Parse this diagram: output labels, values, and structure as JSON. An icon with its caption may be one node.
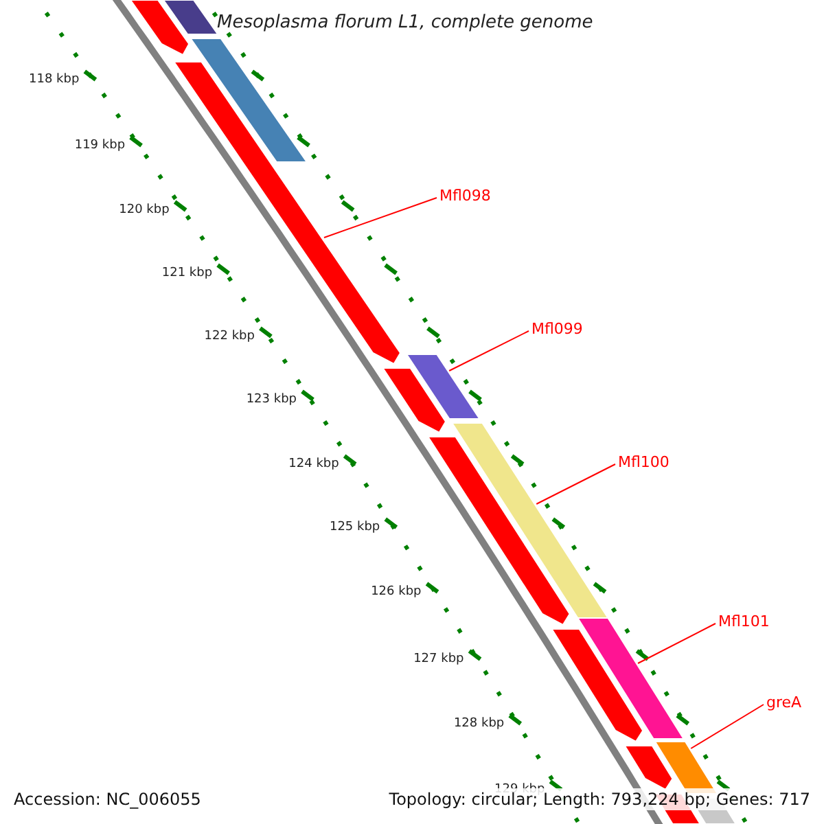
{
  "diagram": {
    "title": "Mesoplasma florum L1, complete genome",
    "nodes": [
      {
        "text": [
          "Mfl098"
        ]
      },
      {
        "text": [
          "Mfl099"
        ]
      },
      {
        "text": [
          "Mfl100"
        ]
      },
      {
        "text": [
          "Mfl101"
        ]
      },
      {
        "text": [
          "greA"
        ]
      },
      {
        "text": [],
        "shape": "bar"
      },
      {
        "text": [],
        "shape": "bar"
      },
      {
        "text": [],
        "shape": "bar"
      },
      {
        "text": [],
        "shape": "bar"
      },
      {
        "text": [],
        "shape": "bar"
      },
      {
        "text": [],
        "shape": "bar"
      },
      {
        "text": [],
        "shape": "bar"
      },
      {
        "text": [],
        "shape": "bar"
      },
      {
        "text": [],
        "shape": "bar"
      },
      {
        "text": [],
        "shape": "bar"
      },
      {
        "text": [],
        "shape": "bar"
      },
      {
        "text": [],
        "shape": "bar"
      },
      {
        "text": [],
        "shape": "bar"
      },
      {
        "text": [],
        "shape": "bar"
      }
    ],
    "edges": [
      {
        "from": 0,
        "to": 8,
        "arrow": "none"
      },
      {
        "from": 1,
        "to": 9,
        "arrow": "none"
      },
      {
        "from": 2,
        "to": 11,
        "arrow": "none"
      },
      {
        "from": 3,
        "to": 13,
        "arrow": "none"
      },
      {
        "from": 4,
        "to": 15,
        "arrow": "none"
      }
    ],
    "labels": [
      "118 kbp",
      "119 kbp",
      "120 kbp",
      "121 kbp",
      "122 kbp",
      "123 kbp",
      "124 kbp",
      "125 kbp",
      "126 kbp",
      "127 kbp",
      "128 kbp",
      "129 kbp",
      "Accession: NC_006055",
      "Topology: circular; Length: 793,224 bp; Genes: 717"
    ]
  }
}
